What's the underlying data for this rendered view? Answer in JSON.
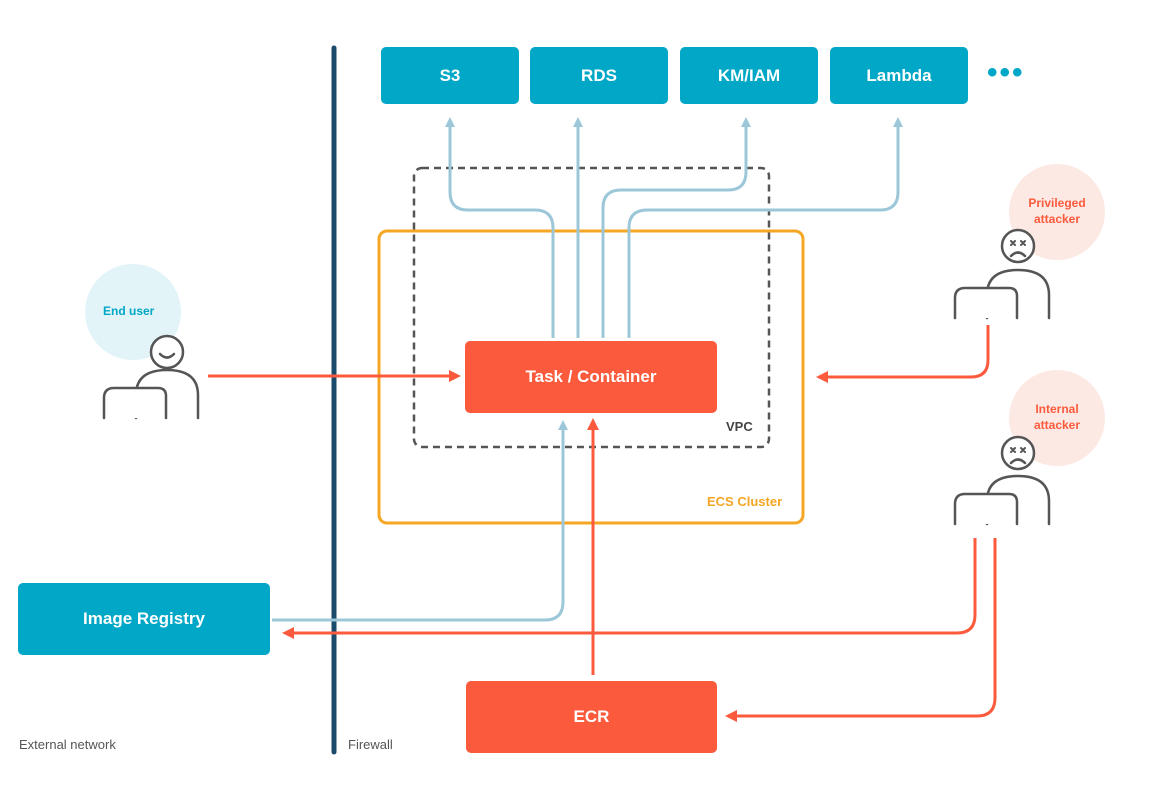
{
  "services": [
    {
      "label": "S3"
    },
    {
      "label": "RDS"
    },
    {
      "label": "KM/IAM"
    },
    {
      "label": "Lambda"
    }
  ],
  "more_indicator": "•••",
  "task_container": {
    "label": "Task / Container"
  },
  "vpc": {
    "label": "VPC"
  },
  "ecs_cluster": {
    "label": "ECS Cluster"
  },
  "image_registry": {
    "label": "Image Registry"
  },
  "ecr": {
    "label": "ECR"
  },
  "actors": {
    "end_user": {
      "label": "End user"
    },
    "privileged_attacker": {
      "line1": "Privileged",
      "line2": "attacker"
    },
    "internal_attacker": {
      "line1": "Internal",
      "line2": "attacker"
    }
  },
  "zones": {
    "external": "External network",
    "firewall": "Firewall"
  },
  "colors": {
    "teal": "#00a7c6",
    "red": "#fb5a3c",
    "orange": "#f5a623",
    "navy": "#1b4b6b",
    "light_blue_line": "#9cc7d9",
    "gray_outline": "#555555"
  }
}
